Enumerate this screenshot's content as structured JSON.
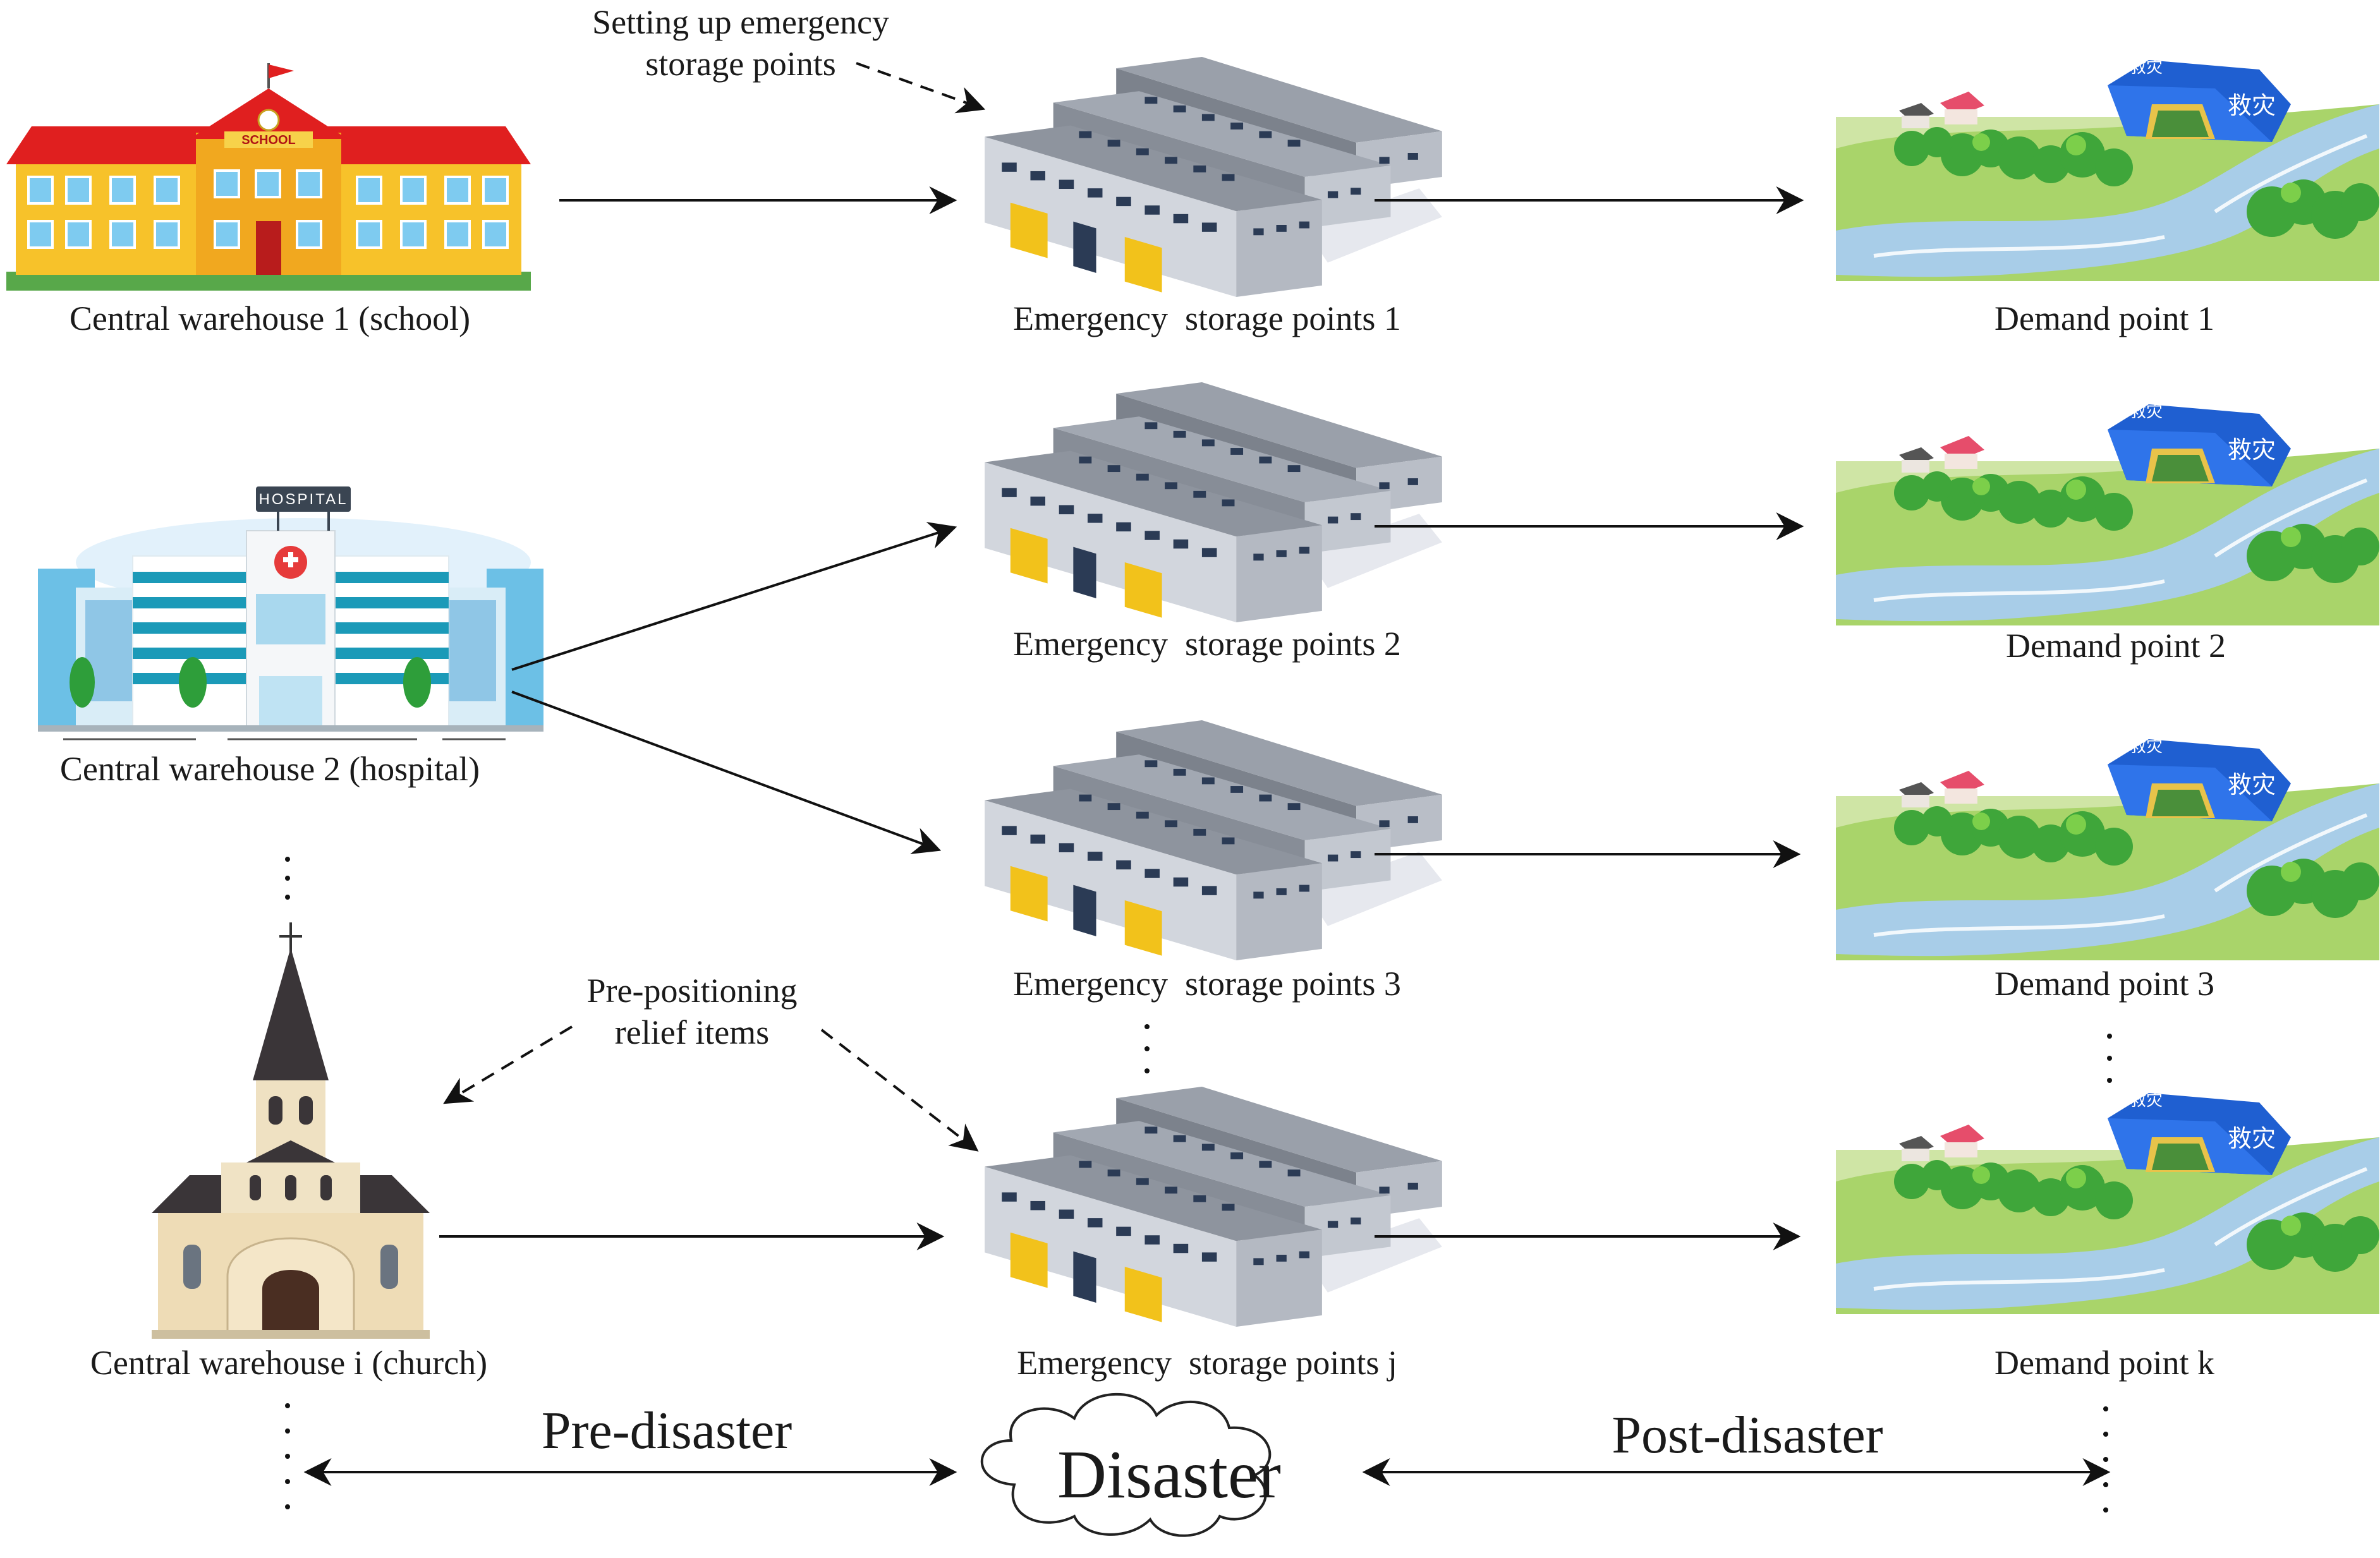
{
  "central_warehouses": [
    {
      "label": "Central warehouse 1 (school)",
      "icon": "school-building-icon",
      "sign": "SCHOOL"
    },
    {
      "label": "Central warehouse 2 (hospital)",
      "icon": "hospital-building-icon",
      "sign": "HOSPITAL"
    },
    {
      "label": "Central warehouse i (church)",
      "icon": "church-building-icon"
    }
  ],
  "storage_points": [
    {
      "label": "Emergency  storage points 1"
    },
    {
      "label": "Emergency  storage points 2"
    },
    {
      "label": "Emergency  storage points 3"
    },
    {
      "label": "Emergency  storage points j"
    }
  ],
  "demand_points": [
    {
      "label": "Demand point 1"
    },
    {
      "label": "Demand point 2"
    },
    {
      "label": "Demand point 3"
    },
    {
      "label": "Demand point k"
    }
  ],
  "annotations": {
    "setup_storage": [
      "Setting up emergency",
      "storage points"
    ],
    "prepositioning": [
      "Pre-positioning",
      "relief items"
    ]
  },
  "timeline": {
    "pre": "Pre-disaster",
    "event": "Disaster",
    "post": "Post-disaster"
  },
  "tent_sign": "救灾",
  "colors": {
    "line": "#111111",
    "roof": "#8a8f99",
    "wall": "#c9ced6",
    "door": "#f2c21b",
    "grass": "#9ccb5e",
    "water": "#a9cde6",
    "tent": "#1f5fd1"
  }
}
